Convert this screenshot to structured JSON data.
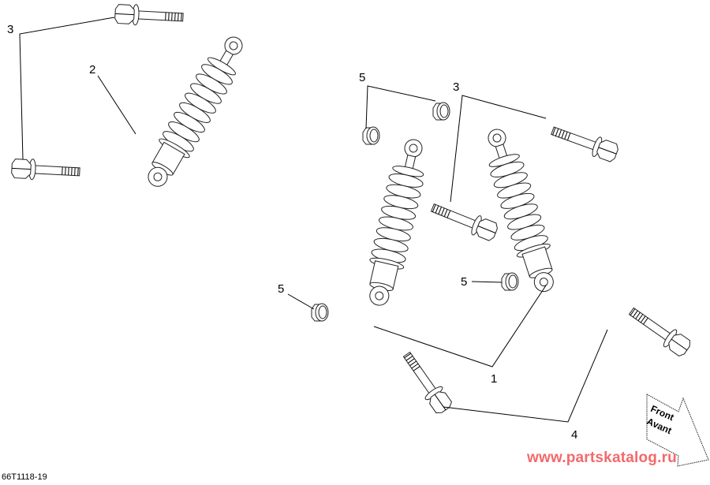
{
  "diagram": {
    "drawing_code": "66T1118-19",
    "watermark": "www.partskatalog.ru",
    "watermark_color": "#f4696b",
    "direction_arrow": {
      "line1": "Front",
      "line2": "Avant"
    },
    "callouts": [
      {
        "id": "c3a",
        "label": "3",
        "part": "bolt"
      },
      {
        "id": "c2",
        "label": "2",
        "part": "rear shock absorber"
      },
      {
        "id": "c5a",
        "label": "5",
        "part": "nut"
      },
      {
        "id": "c3b",
        "label": "3",
        "part": "bolt"
      },
      {
        "id": "c5b",
        "label": "5",
        "part": "nut"
      },
      {
        "id": "c5c",
        "label": "5",
        "part": "nut"
      },
      {
        "id": "c1",
        "label": "1",
        "part": "front shock absorber"
      },
      {
        "id": "c4",
        "label": "4",
        "part": "bolt"
      }
    ]
  }
}
